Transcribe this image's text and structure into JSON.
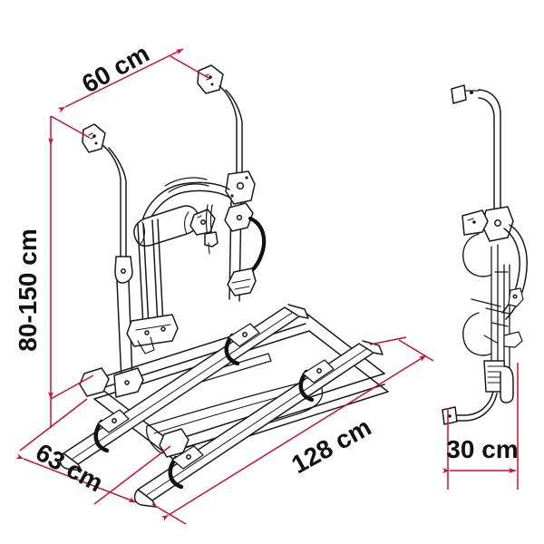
{
  "drawing": {
    "title": "Bike carrier dimensional drawing",
    "background_color": "#ffffff",
    "line_color": "#1a1a1a",
    "dimension_color": "#c8102e",
    "views": [
      {
        "name": "isometric-rear-view",
        "label": ""
      },
      {
        "name": "side-view",
        "label": ""
      }
    ]
  },
  "dimensions": {
    "width_top": {
      "value": "60 cm",
      "axis": "top-rail-span",
      "rotation_deg": -29
    },
    "height": {
      "value": "80-150 cm",
      "axis": "vertical-height",
      "rotation_deg": -90
    },
    "depth": {
      "value": "63 cm",
      "axis": "base-depth",
      "rotation_deg": 29
    },
    "length": {
      "value": "128 cm",
      "axis": "rail-length",
      "rotation_deg": -29
    },
    "side_depth": {
      "value": "30 cm",
      "axis": "side-view-projection",
      "rotation_deg": 0
    }
  },
  "labels": {
    "d60": "60 cm",
    "d80150": "80-150 cm",
    "d63": "63 cm",
    "d128": "128 cm",
    "d30": "30 cm"
  }
}
